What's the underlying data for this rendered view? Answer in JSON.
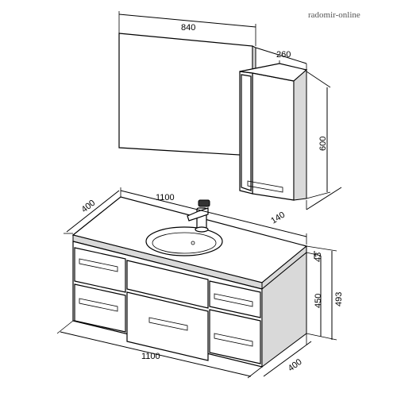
{
  "watermark": "radomir-online",
  "dimensions": {
    "mirror_width": "840",
    "cabinet_width": "260",
    "cabinet_height": "600",
    "cabinet_depth": "140",
    "top_width": "1100",
    "top_depth": "400",
    "base_width": "1100",
    "base_depth": "400",
    "top_thickness": "43",
    "body_height": "450",
    "total_height": "493"
  },
  "colors": {
    "line": "#000000",
    "shade": "#d9d9d9"
  }
}
